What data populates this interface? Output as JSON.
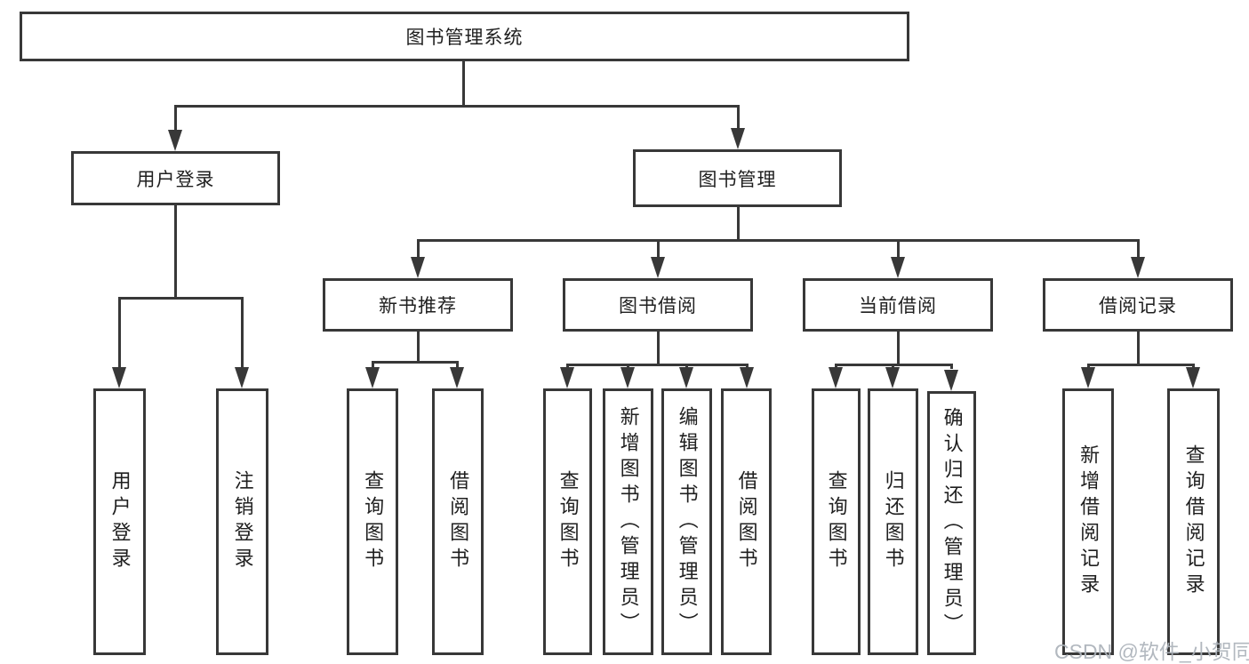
{
  "diagram_title": "图书管理系统",
  "colors": {
    "line": "#383838",
    "text": "#1f1f1f",
    "background": "#ffffff",
    "watermark": "#abb2ba"
  },
  "tree": {
    "root": {
      "label": "图书管理系统"
    },
    "branches": [
      {
        "label": "用户登录",
        "children": [
          {
            "label": "用户登录"
          },
          {
            "label": "注销登录"
          }
        ]
      },
      {
        "label": "图书管理",
        "children": [
          {
            "label": "新书推荐",
            "children": [
              {
                "label": "查询图书"
              },
              {
                "label": "借阅图书"
              }
            ]
          },
          {
            "label": "图书借阅",
            "children": [
              {
                "label": "查询图书"
              },
              {
                "label": "新增图书（管理员）"
              },
              {
                "label": "编辑图书（管理员）"
              },
              {
                "label": "借阅图书"
              }
            ]
          },
          {
            "label": "当前借阅",
            "children": [
              {
                "label": "查询图书"
              },
              {
                "label": "归还图书"
              },
              {
                "label": "确认归还（管理员）"
              }
            ]
          },
          {
            "label": "借阅记录",
            "children": [
              {
                "label": "新增借阅记录"
              },
              {
                "label": "查询借阅记录"
              }
            ]
          }
        ]
      }
    ]
  },
  "watermark": {
    "text": "CSDN @软件_小贺同学"
  }
}
